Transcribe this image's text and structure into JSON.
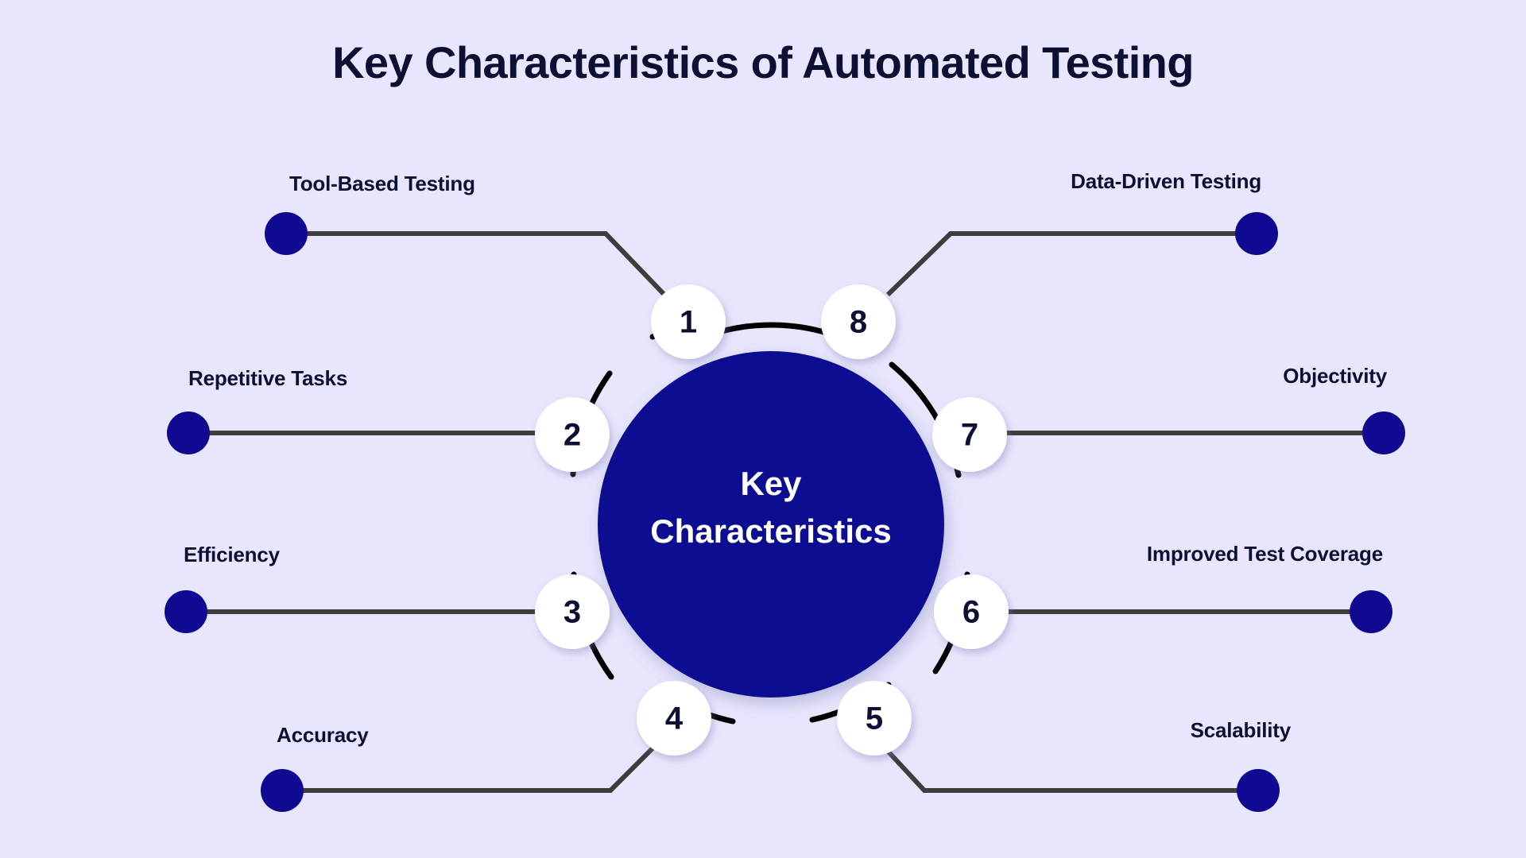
{
  "title": "Key Characteristics of Automated Testing",
  "colors": {
    "background": "#e7e6fd",
    "hub_fill": "#0f0a91",
    "hub_text": "#ffffff",
    "badge_fill": "#ffffff",
    "badge_text": "#0d1033",
    "dot_fill": "#0f0a91",
    "ring_stroke": "#000000",
    "connector_stroke": "#3d3d3d",
    "label_text": "#0d1033"
  },
  "hub": {
    "line1": "Key",
    "line2": "Characteristics"
  },
  "chart_data": {
    "type": "diagram",
    "layout": "radial-hub-and-spoke",
    "center_label": "Key Characteristics",
    "node_count": 8,
    "nodes": [
      {
        "number": "1",
        "label": "Tool-Based Testing",
        "side": "left",
        "connector": "elbow"
      },
      {
        "number": "2",
        "label": "Repetitive Tasks",
        "side": "left",
        "connector": "horizontal"
      },
      {
        "number": "3",
        "label": "Efficiency",
        "side": "left",
        "connector": "horizontal"
      },
      {
        "number": "4",
        "label": "Accuracy",
        "side": "left",
        "connector": "elbow"
      },
      {
        "number": "5",
        "label": "Scalability",
        "side": "right",
        "connector": "elbow"
      },
      {
        "number": "6",
        "label": "Improved Test Coverage",
        "side": "right",
        "connector": "horizontal"
      },
      {
        "number": "7",
        "label": "Objectivity",
        "side": "right",
        "connector": "horizontal"
      },
      {
        "number": "8",
        "label": "Data-Driven Testing",
        "side": "right",
        "connector": "elbow"
      }
    ]
  },
  "labels": {
    "tool_based_testing": "Tool-Based Testing",
    "repetitive_tasks": "Repetitive Tasks",
    "efficiency": "Efficiency",
    "accuracy": "Accuracy",
    "data_driven_testing": "Data-Driven Testing",
    "objectivity": "Objectivity",
    "improved_test_coverage": "Improved Test Coverage",
    "scalability": "Scalability"
  },
  "badges": {
    "n1": "1",
    "n2": "2",
    "n3": "3",
    "n4": "4",
    "n5": "5",
    "n6": "6",
    "n7": "7",
    "n8": "8"
  }
}
